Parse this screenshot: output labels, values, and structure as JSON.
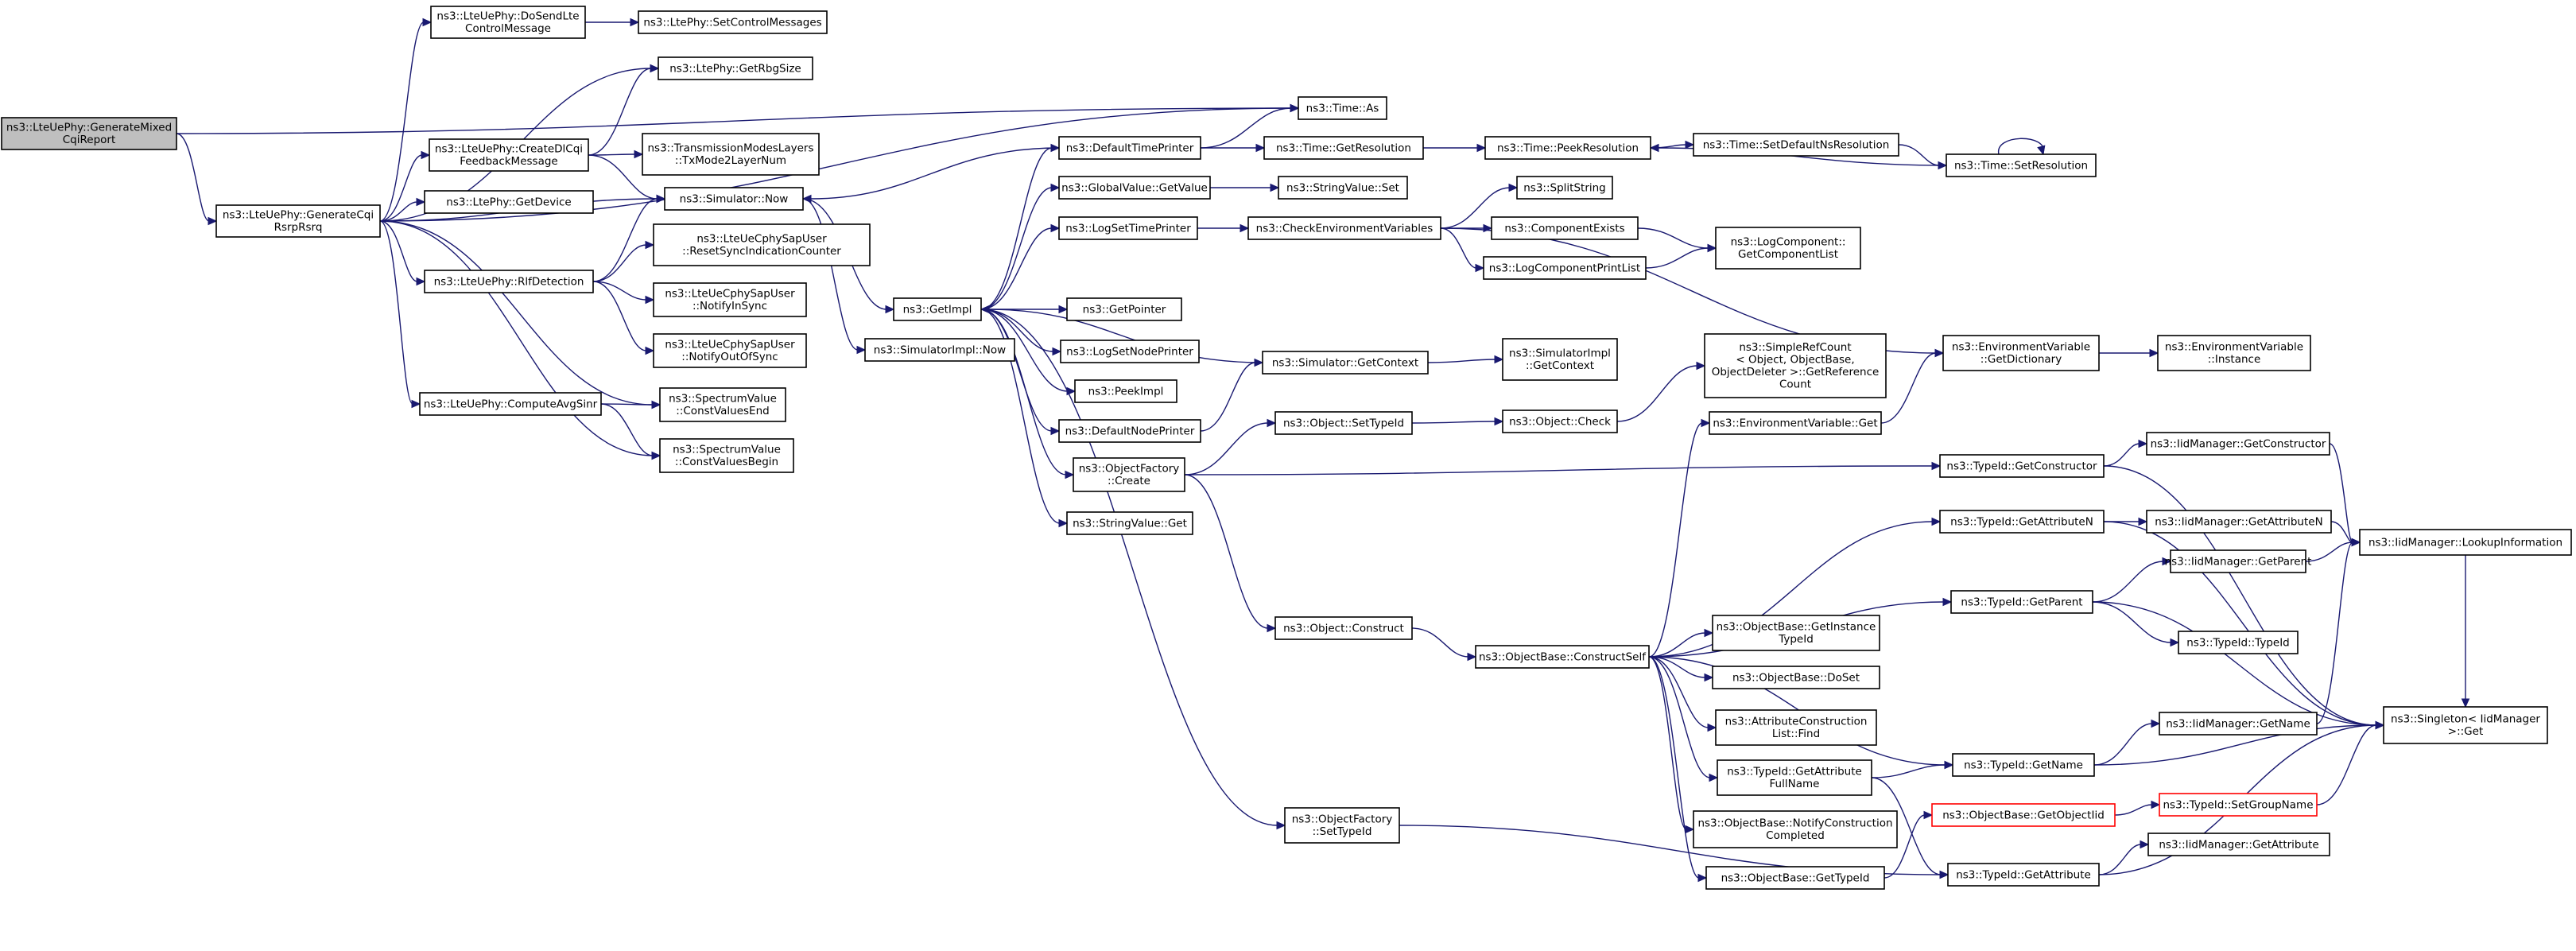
{
  "diagram": {
    "type": "call-graph",
    "edge_color": "#191970",
    "root_fill": "#bfbfbf",
    "highlight_border": "#ff0000",
    "nodes": [
      {
        "id": "root",
        "lines": [
          "ns3::LteUePhy::GenerateMixed",
          "CqiReport"
        ],
        "style": "root"
      },
      {
        "id": "gen",
        "lines": [
          "ns3::LteUePhy::GenerateCqi",
          "RsrpRsrq"
        ]
      },
      {
        "id": "dosend",
        "lines": [
          "ns3::LteUePhy::DoSendLte",
          "ControlMessage"
        ]
      },
      {
        "id": "setctrl",
        "lines": [
          "ns3::LtePhy::SetControlMessages"
        ]
      },
      {
        "id": "rbg",
        "lines": [
          "ns3::LtePhy::GetRbgSize"
        ]
      },
      {
        "id": "timeas",
        "lines": [
          "ns3::Time::As"
        ]
      },
      {
        "id": "dlcqi",
        "lines": [
          "ns3::LteUePhy::CreateDlCqi",
          "FeedbackMessage"
        ]
      },
      {
        "id": "txmode",
        "lines": [
          "ns3::TransmissionModesLayers",
          "::TxMode2LayerNum"
        ]
      },
      {
        "id": "getdevice",
        "lines": [
          "ns3::LtePhy::GetDevice"
        ]
      },
      {
        "id": "simnow",
        "lines": [
          "ns3::Simulator::Now"
        ]
      },
      {
        "id": "rlf",
        "lines": [
          "ns3::LteUePhy::RlfDetection"
        ]
      },
      {
        "id": "resetsync",
        "lines": [
          "ns3::LteUeCphySapUser",
          "::ResetSyncIndicationCounter"
        ]
      },
      {
        "id": "insync",
        "lines": [
          "ns3::LteUeCphySapUser",
          "::NotifyInSync"
        ]
      },
      {
        "id": "outsync",
        "lines": [
          "ns3::LteUeCphySapUser",
          "::NotifyOutOfSync"
        ]
      },
      {
        "id": "avgsinr",
        "lines": [
          "ns3::LteUePhy::ComputeAvgSinr"
        ]
      },
      {
        "id": "cvend",
        "lines": [
          "ns3::SpectrumValue",
          "::ConstValuesEnd"
        ]
      },
      {
        "id": "cvbegin",
        "lines": [
          "ns3::SpectrumValue",
          "::ConstValuesBegin"
        ]
      },
      {
        "id": "simimplnow",
        "lines": [
          "ns3::SimulatorImpl::Now"
        ]
      },
      {
        "id": "getimpl",
        "lines": [
          "ns3::GetImpl"
        ]
      },
      {
        "id": "deftime",
        "lines": [
          "ns3::DefaultTimePrinter"
        ]
      },
      {
        "id": "gvget",
        "lines": [
          "ns3::GlobalValue::GetValue"
        ]
      },
      {
        "id": "logsettime",
        "lines": [
          "ns3::LogSetTimePrinter"
        ]
      },
      {
        "id": "getpointer",
        "lines": [
          "ns3::GetPointer"
        ]
      },
      {
        "id": "logsetnode",
        "lines": [
          "ns3::LogSetNodePrinter"
        ]
      },
      {
        "id": "peekimpl",
        "lines": [
          "ns3::PeekImpl"
        ]
      },
      {
        "id": "defnode",
        "lines": [
          "ns3::DefaultNodePrinter"
        ]
      },
      {
        "id": "ofcreate",
        "lines": [
          "ns3::ObjectFactory",
          "::Create"
        ]
      },
      {
        "id": "svget",
        "lines": [
          "ns3::StringValue::Get"
        ]
      },
      {
        "id": "getres",
        "lines": [
          "ns3::Time::GetResolution"
        ]
      },
      {
        "id": "svset",
        "lines": [
          "ns3::StringValue::Set"
        ]
      },
      {
        "id": "checkenv",
        "lines": [
          "ns3::CheckEnvironmentVariables"
        ]
      },
      {
        "id": "simgetctx",
        "lines": [
          "ns3::Simulator::GetContext"
        ]
      },
      {
        "id": "objsettid",
        "lines": [
          "ns3::Object::SetTypeId"
        ]
      },
      {
        "id": "objconstruct",
        "lines": [
          "ns3::Object::Construct"
        ]
      },
      {
        "id": "ofsettid",
        "lines": [
          "ns3::ObjectFactory",
          "::SetTypeId"
        ]
      },
      {
        "id": "peekres",
        "lines": [
          "ns3::Time::PeekResolution"
        ]
      },
      {
        "id": "splitstr",
        "lines": [
          "ns3::SplitString"
        ]
      },
      {
        "id": "compexists",
        "lines": [
          "ns3::ComponentExists"
        ]
      },
      {
        "id": "logcompprint",
        "lines": [
          "ns3::LogComponentPrintList"
        ]
      },
      {
        "id": "simimplctx",
        "lines": [
          "ns3::SimulatorImpl",
          "::GetContext"
        ]
      },
      {
        "id": "objcheck",
        "lines": [
          "ns3::Object::Check"
        ]
      },
      {
        "id": "objbasecs",
        "lines": [
          "ns3::ObjectBase::ConstructSelf"
        ]
      },
      {
        "id": "setdefns",
        "lines": [
          "ns3::Time::SetDefaultNsResolution"
        ]
      },
      {
        "id": "setres",
        "lines": [
          "ns3::Time::SetResolution"
        ]
      },
      {
        "id": "logcomplist",
        "lines": [
          "ns3::LogComponent::",
          "GetComponentList"
        ]
      },
      {
        "id": "simplerefcount",
        "lines": [
          "ns3::SimpleRefCount",
          "< Object, ObjectBase,",
          "ObjectDeleter >::GetReference",
          "Count"
        ]
      },
      {
        "id": "envget",
        "lines": [
          "ns3::EnvironmentVariable::Get"
        ]
      },
      {
        "id": "envdict",
        "lines": [
          "ns3::EnvironmentVariable",
          "::GetDictionary"
        ]
      },
      {
        "id": "envinst",
        "lines": [
          "ns3::EnvironmentVariable",
          "::Instance"
        ]
      },
      {
        "id": "obgetitid",
        "lines": [
          "ns3::ObjectBase::GetInstance",
          "TypeId"
        ]
      },
      {
        "id": "obdoset",
        "lines": [
          "ns3::ObjectBase::DoSet"
        ]
      },
      {
        "id": "attrconstfind",
        "lines": [
          "ns3::AttributeConstruction",
          "List::Find"
        ]
      },
      {
        "id": "tidgetattrfull",
        "lines": [
          "ns3::TypeId::GetAttribute",
          "FullName"
        ]
      },
      {
        "id": "obnotify",
        "lines": [
          "ns3::ObjectBase::NotifyConstruction",
          "Completed"
        ]
      },
      {
        "id": "obgettid",
        "lines": [
          "ns3::ObjectBase::GetTypeId"
        ]
      },
      {
        "id": "tidgetctor",
        "lines": [
          "ns3::TypeId::GetConstructor"
        ]
      },
      {
        "id": "tidgetattrn",
        "lines": [
          "ns3::TypeId::GetAttributeN"
        ]
      },
      {
        "id": "tidgetparent",
        "lines": [
          "ns3::TypeId::GetParent"
        ]
      },
      {
        "id": "tidgetname",
        "lines": [
          "ns3::TypeId::GetName"
        ]
      },
      {
        "id": "obgetoid",
        "lines": [
          "ns3::ObjectBase::GetObjectIid"
        ],
        "style": "red"
      },
      {
        "id": "tidgetattr",
        "lines": [
          "ns3::TypeId::GetAttribute"
        ]
      },
      {
        "id": "iidgetctor",
        "lines": [
          "ns3::IidManager::GetConstructor"
        ]
      },
      {
        "id": "iidgetattrn",
        "lines": [
          "ns3::IidManager::GetAttributeN"
        ]
      },
      {
        "id": "iidgetparent",
        "lines": [
          "ns3::IidManager::GetParent"
        ]
      },
      {
        "id": "tidtid",
        "lines": [
          "ns3::TypeId::TypeId"
        ]
      },
      {
        "id": "iidgetname",
        "lines": [
          "ns3::IidManager::GetName"
        ]
      },
      {
        "id": "tidsetgroup",
        "lines": [
          "ns3::TypeId::SetGroupName"
        ],
        "style": "red"
      },
      {
        "id": "iidgetattr",
        "lines": [
          "ns3::IidManager::GetAttribute"
        ]
      },
      {
        "id": "iidlookup",
        "lines": [
          "ns3::IidManager::LookupInformation"
        ]
      },
      {
        "id": "singleton",
        "lines": [
          "ns3::Singleton< IidManager",
          ">::Get"
        ]
      }
    ],
    "edges": [
      [
        "root",
        "gen"
      ],
      [
        "root",
        "timeas"
      ],
      [
        "gen",
        "dosend"
      ],
      [
        "gen",
        "rbg"
      ],
      [
        "gen",
        "timeas"
      ],
      [
        "gen",
        "dlcqi"
      ],
      [
        "gen",
        "getdevice"
      ],
      [
        "gen",
        "simnow"
      ],
      [
        "gen",
        "rlf"
      ],
      [
        "gen",
        "avgsinr"
      ],
      [
        "gen",
        "cvend"
      ],
      [
        "gen",
        "cvbegin"
      ],
      [
        "dosend",
        "setctrl"
      ],
      [
        "dlcqi",
        "rbg"
      ],
      [
        "dlcqi",
        "txmode"
      ],
      [
        "dlcqi",
        "simnow"
      ],
      [
        "rlf",
        "simnow"
      ],
      [
        "rlf",
        "resetsync"
      ],
      [
        "rlf",
        "insync"
      ],
      [
        "rlf",
        "outsync"
      ],
      [
        "avgsinr",
        "cvend"
      ],
      [
        "avgsinr",
        "cvbegin"
      ],
      [
        "simnow",
        "getimpl"
      ],
      [
        "simnow",
        "simimplnow"
      ],
      [
        "getimpl",
        "deftime"
      ],
      [
        "getimpl",
        "gvget"
      ],
      [
        "getimpl",
        "logsettime"
      ],
      [
        "getimpl",
        "getpointer"
      ],
      [
        "getimpl",
        "logsetnode"
      ],
      [
        "getimpl",
        "peekimpl"
      ],
      [
        "getimpl",
        "defnode"
      ],
      [
        "getimpl",
        "ofcreate"
      ],
      [
        "getimpl",
        "svget"
      ],
      [
        "getimpl",
        "ofsettid"
      ],
      [
        "deftime",
        "simnow"
      ],
      [
        "deftime",
        "timeas"
      ],
      [
        "deftime",
        "getres"
      ],
      [
        "gvget",
        "svset"
      ],
      [
        "logsettime",
        "checkenv"
      ],
      [
        "defnode",
        "simgetctx"
      ],
      [
        "ofcreate",
        "objsettid"
      ],
      [
        "ofcreate",
        "objconstruct"
      ],
      [
        "ofcreate",
        "tidgetctor"
      ],
      [
        "getres",
        "peekres"
      ],
      [
        "peekres",
        "setdefns"
      ],
      [
        "setdefns",
        "setres"
      ],
      [
        "setres",
        "peekres"
      ],
      [
        "setres",
        "setres"
      ],
      [
        "checkenv",
        "splitstr"
      ],
      [
        "checkenv",
        "compexists"
      ],
      [
        "checkenv",
        "logcompprint"
      ],
      [
        "checkenv",
        "envdict"
      ],
      [
        "compexists",
        "logcomplist"
      ],
      [
        "logcompprint",
        "logcomplist"
      ],
      [
        "simgetctx",
        "getimpl"
      ],
      [
        "simgetctx",
        "simimplctx"
      ],
      [
        "objsettid",
        "objcheck"
      ],
      [
        "objcheck",
        "simplerefcount"
      ],
      [
        "objconstruct",
        "objbasecs"
      ],
      [
        "ofsettid",
        "tidgetattr"
      ],
      [
        "objbasecs",
        "envget"
      ],
      [
        "objbasecs",
        "obgetitid"
      ],
      [
        "objbasecs",
        "obdoset"
      ],
      [
        "objbasecs",
        "attrconstfind"
      ],
      [
        "objbasecs",
        "tidgetattrfull"
      ],
      [
        "objbasecs",
        "obnotify"
      ],
      [
        "objbasecs",
        "obgettid"
      ],
      [
        "objbasecs",
        "tidgetattrn"
      ],
      [
        "objbasecs",
        "tidgetparent"
      ],
      [
        "objbasecs",
        "tidgetname"
      ],
      [
        "envget",
        "envdict"
      ],
      [
        "envdict",
        "envinst"
      ],
      [
        "tidgetattrfull",
        "tidgetname"
      ],
      [
        "tidgetattrfull",
        "tidgetattr"
      ],
      [
        "obgettid",
        "obgetoid"
      ],
      [
        "obgetoid",
        "tidsetgroup"
      ],
      [
        "tidgetctor",
        "iidgetctor"
      ],
      [
        "tidgetctor",
        "singleton"
      ],
      [
        "tidgetattrn",
        "iidgetattrn"
      ],
      [
        "tidgetattrn",
        "singleton"
      ],
      [
        "tidgetparent",
        "iidgetparent"
      ],
      [
        "tidgetparent",
        "tidtid"
      ],
      [
        "tidgetparent",
        "singleton"
      ],
      [
        "tidgetname",
        "iidgetname"
      ],
      [
        "tidgetname",
        "singleton"
      ],
      [
        "tidgetattr",
        "iidgetattr"
      ],
      [
        "tidgetattr",
        "singleton"
      ],
      [
        "iidgetctor",
        "iidlookup"
      ],
      [
        "iidgetattrn",
        "iidlookup"
      ],
      [
        "iidgetparent",
        "iidlookup"
      ],
      [
        "iidgetname",
        "iidlookup"
      ],
      [
        "iidlookup",
        "singleton"
      ],
      [
        "tidsetgroup",
        "singleton"
      ]
    ]
  }
}
